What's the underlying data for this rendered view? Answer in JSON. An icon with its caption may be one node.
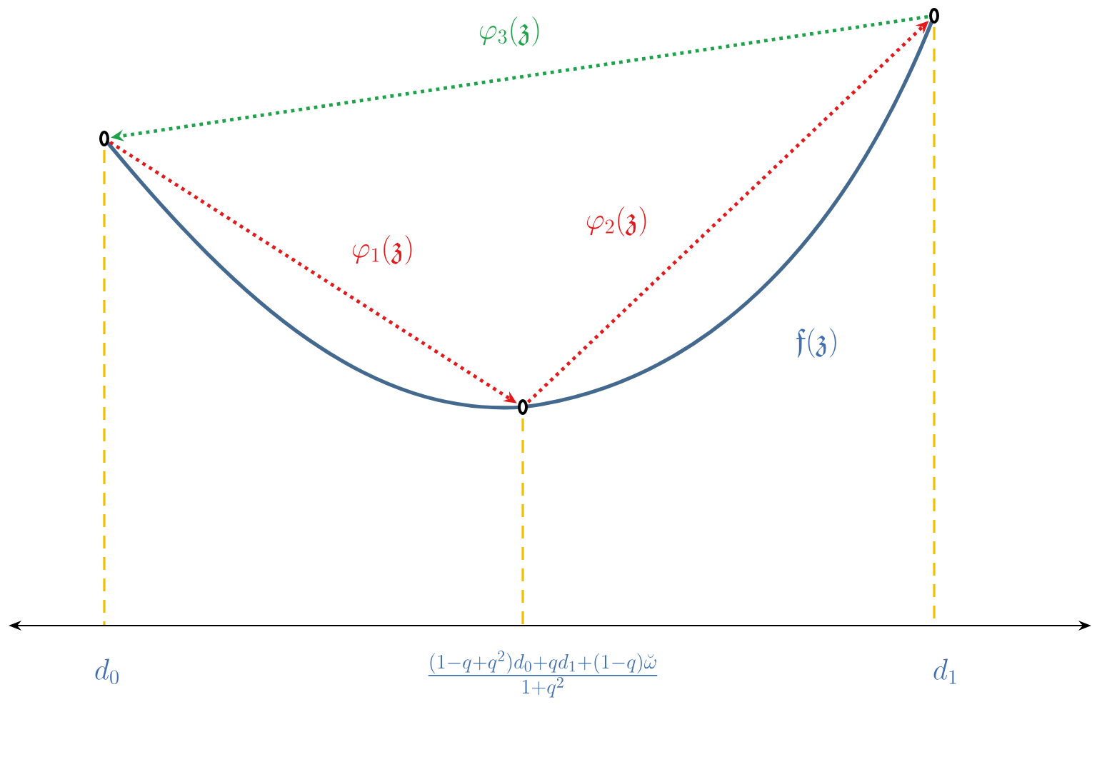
{
  "diagram": {
    "nodes": [
      {
        "text": [],
        "shape": "circle"
      },
      {
        "text": [],
        "shape": "circle"
      },
      {
        "text": [],
        "shape": "circle"
      }
    ],
    "edges": [
      {
        "from": 0,
        "to": 1,
        "arrow": "to",
        "label": "\\varphi_1(\\mathfrak{z})",
        "style": "dashed",
        "color": "#e31a1c"
      },
      {
        "from": 1,
        "to": 2,
        "arrow": "to",
        "label": "\\varphi_2(\\mathfrak{z})",
        "style": "dashed",
        "color": "#e31a1c"
      },
      {
        "from": 2,
        "to": 0,
        "arrow": "to",
        "label": "\\varphi_3(\\mathfrak{z})",
        "style": "dashed",
        "color": "#1fa34a"
      }
    ],
    "labels": [
      "\\mathfrak{f}(\\mathfrak{z})",
      "d_0",
      "\\frac{(1-q+q^2)d_0+qd_1+(1-q)\\breve{\\omega}}{1+q^2}",
      "d_1"
    ]
  }
}
